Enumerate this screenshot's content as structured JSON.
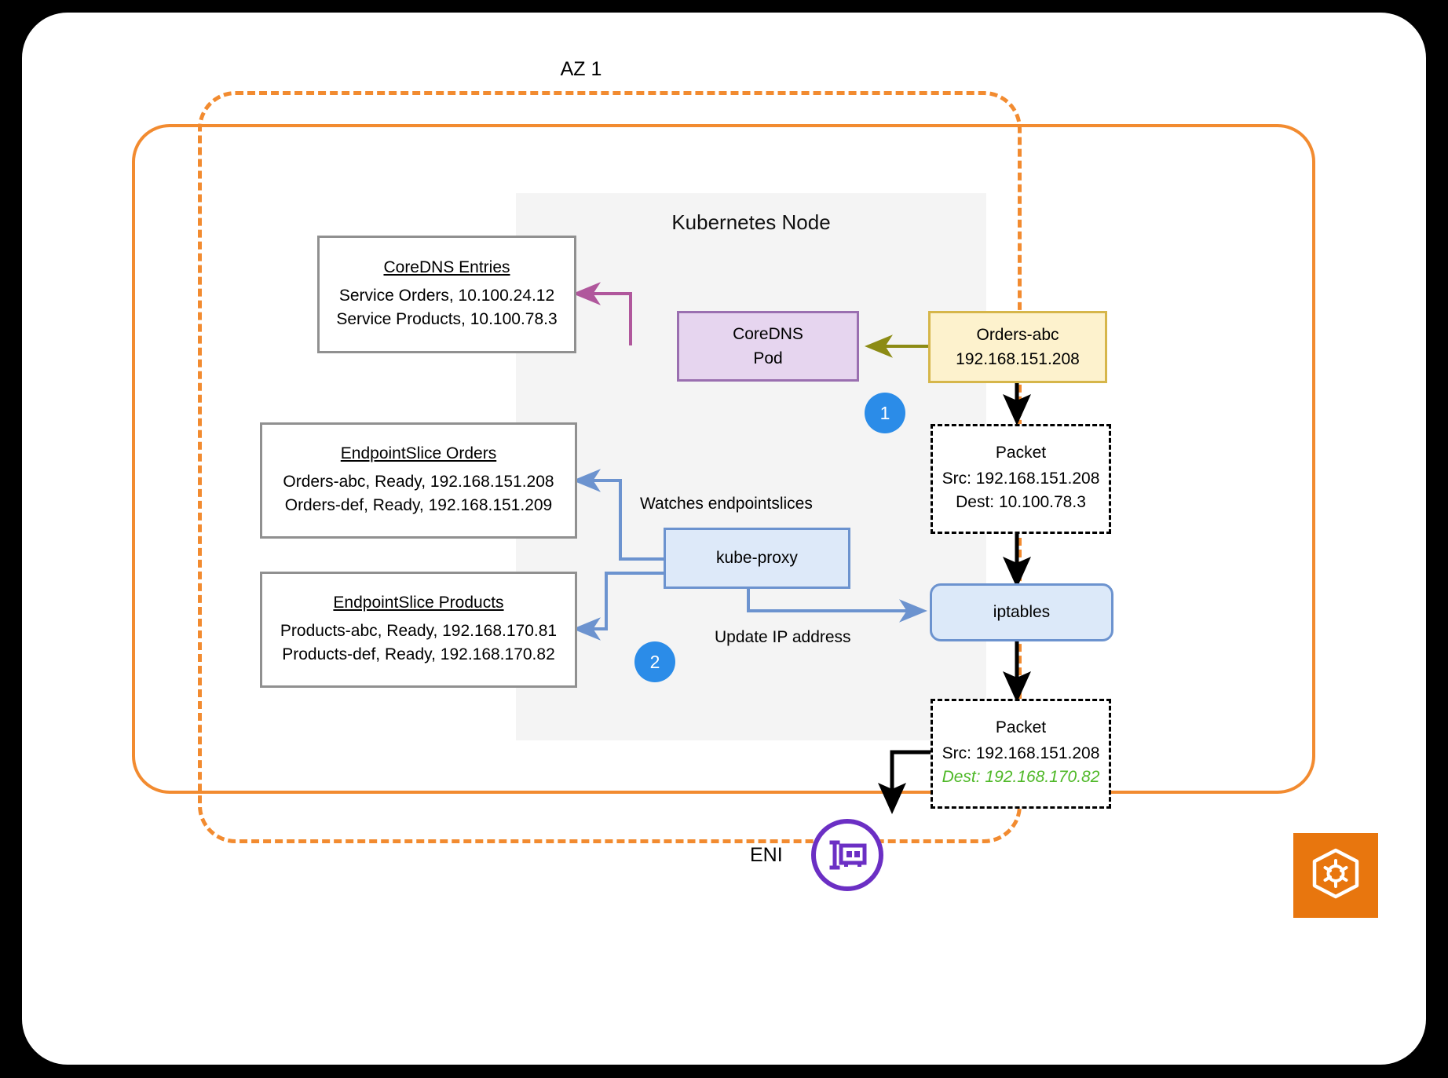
{
  "diagram": {
    "az_label": "AZ 1",
    "node_title": "Kubernetes Node",
    "eni_label": "ENI"
  },
  "coredns_entries": {
    "title": "CoreDNS Entries",
    "rows": [
      "Service Orders, 10.100.24.12",
      "Service Products, 10.100.78.3"
    ]
  },
  "endpointslice_orders": {
    "title": "EndpointSlice Orders",
    "rows": [
      "Orders-abc, Ready, 192.168.151.208",
      "Orders-def, Ready, 192.168.151.209"
    ]
  },
  "endpointslice_products": {
    "title": "EndpointSlice Products",
    "rows": [
      "Products-abc, Ready, 192.168.170.81",
      "Products-def, Ready, 192.168.170.82"
    ]
  },
  "coredns_pod": {
    "line1": "CoreDNS",
    "line2": "Pod"
  },
  "orders_pod": {
    "line1": "Orders-abc",
    "line2": "192.168.151.208"
  },
  "kube_proxy": {
    "label": "kube-proxy"
  },
  "iptables": {
    "label": "iptables"
  },
  "packet_before": {
    "title": "Packet",
    "src": "Src: 192.168.151.208",
    "dest": "Dest: 10.100.78.3"
  },
  "packet_after": {
    "title": "Packet",
    "src": "Src: 192.168.151.208",
    "dest": "Dest: 192.168.170.82"
  },
  "edge_labels": {
    "watches": "Watches endpointslices",
    "update_ip": "Update IP address"
  },
  "steps": {
    "one": "1",
    "two": "2"
  },
  "colors": {
    "orange": "#F28B30",
    "k8s_orange": "#E8760E",
    "badge_blue": "#2B8CE8",
    "purple_arrow": "#B0579C",
    "olive_arrow": "#8C8B14",
    "blue_arrow": "#6C93CF",
    "green_text": "#4FB828",
    "eni_purple": "#6B2FC4",
    "node_bg": "#F4F4F4"
  }
}
